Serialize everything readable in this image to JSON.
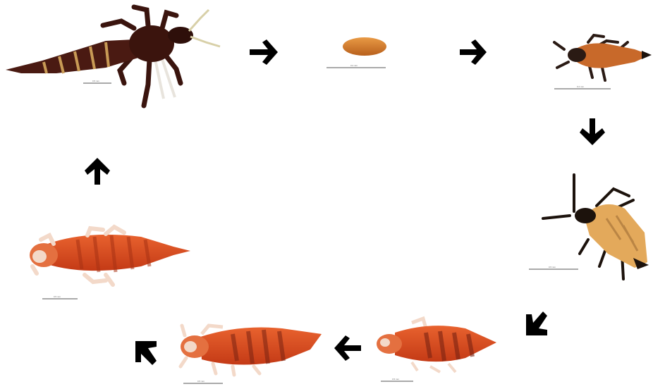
{
  "diagram": {
    "type": "life-cycle",
    "stages": [
      {
        "id": "adult",
        "scale_bar_label": "0.5 mm"
      },
      {
        "id": "egg",
        "scale_bar_label": "0.2 mm"
      },
      {
        "id": "larva-1",
        "scale_bar_label": "0.2 mm"
      },
      {
        "id": "larva-2",
        "scale_bar_label": "0.5 mm"
      },
      {
        "id": "propupa",
        "scale_bar_label": "0.5 mm"
      },
      {
        "id": "pupa-1",
        "scale_bar_label": "0.5 mm"
      },
      {
        "id": "pupa-2",
        "scale_bar_label": "0.5 mm"
      }
    ],
    "arrow_directions": [
      "right",
      "right",
      "down",
      "down-left",
      "left",
      "up-left",
      "up"
    ],
    "colors": {
      "arrow": "#000000",
      "adult_body": "#4a1a12",
      "adult_band": "#c89a55",
      "egg": "#d9822b",
      "larva1": "#c8692a",
      "larva2": "#e3a95b",
      "larva_head": "#1c120c",
      "pupa": "#d9461c",
      "pupa_dark": "#7a2312",
      "appendage_pale": "#f3d9c9"
    }
  }
}
